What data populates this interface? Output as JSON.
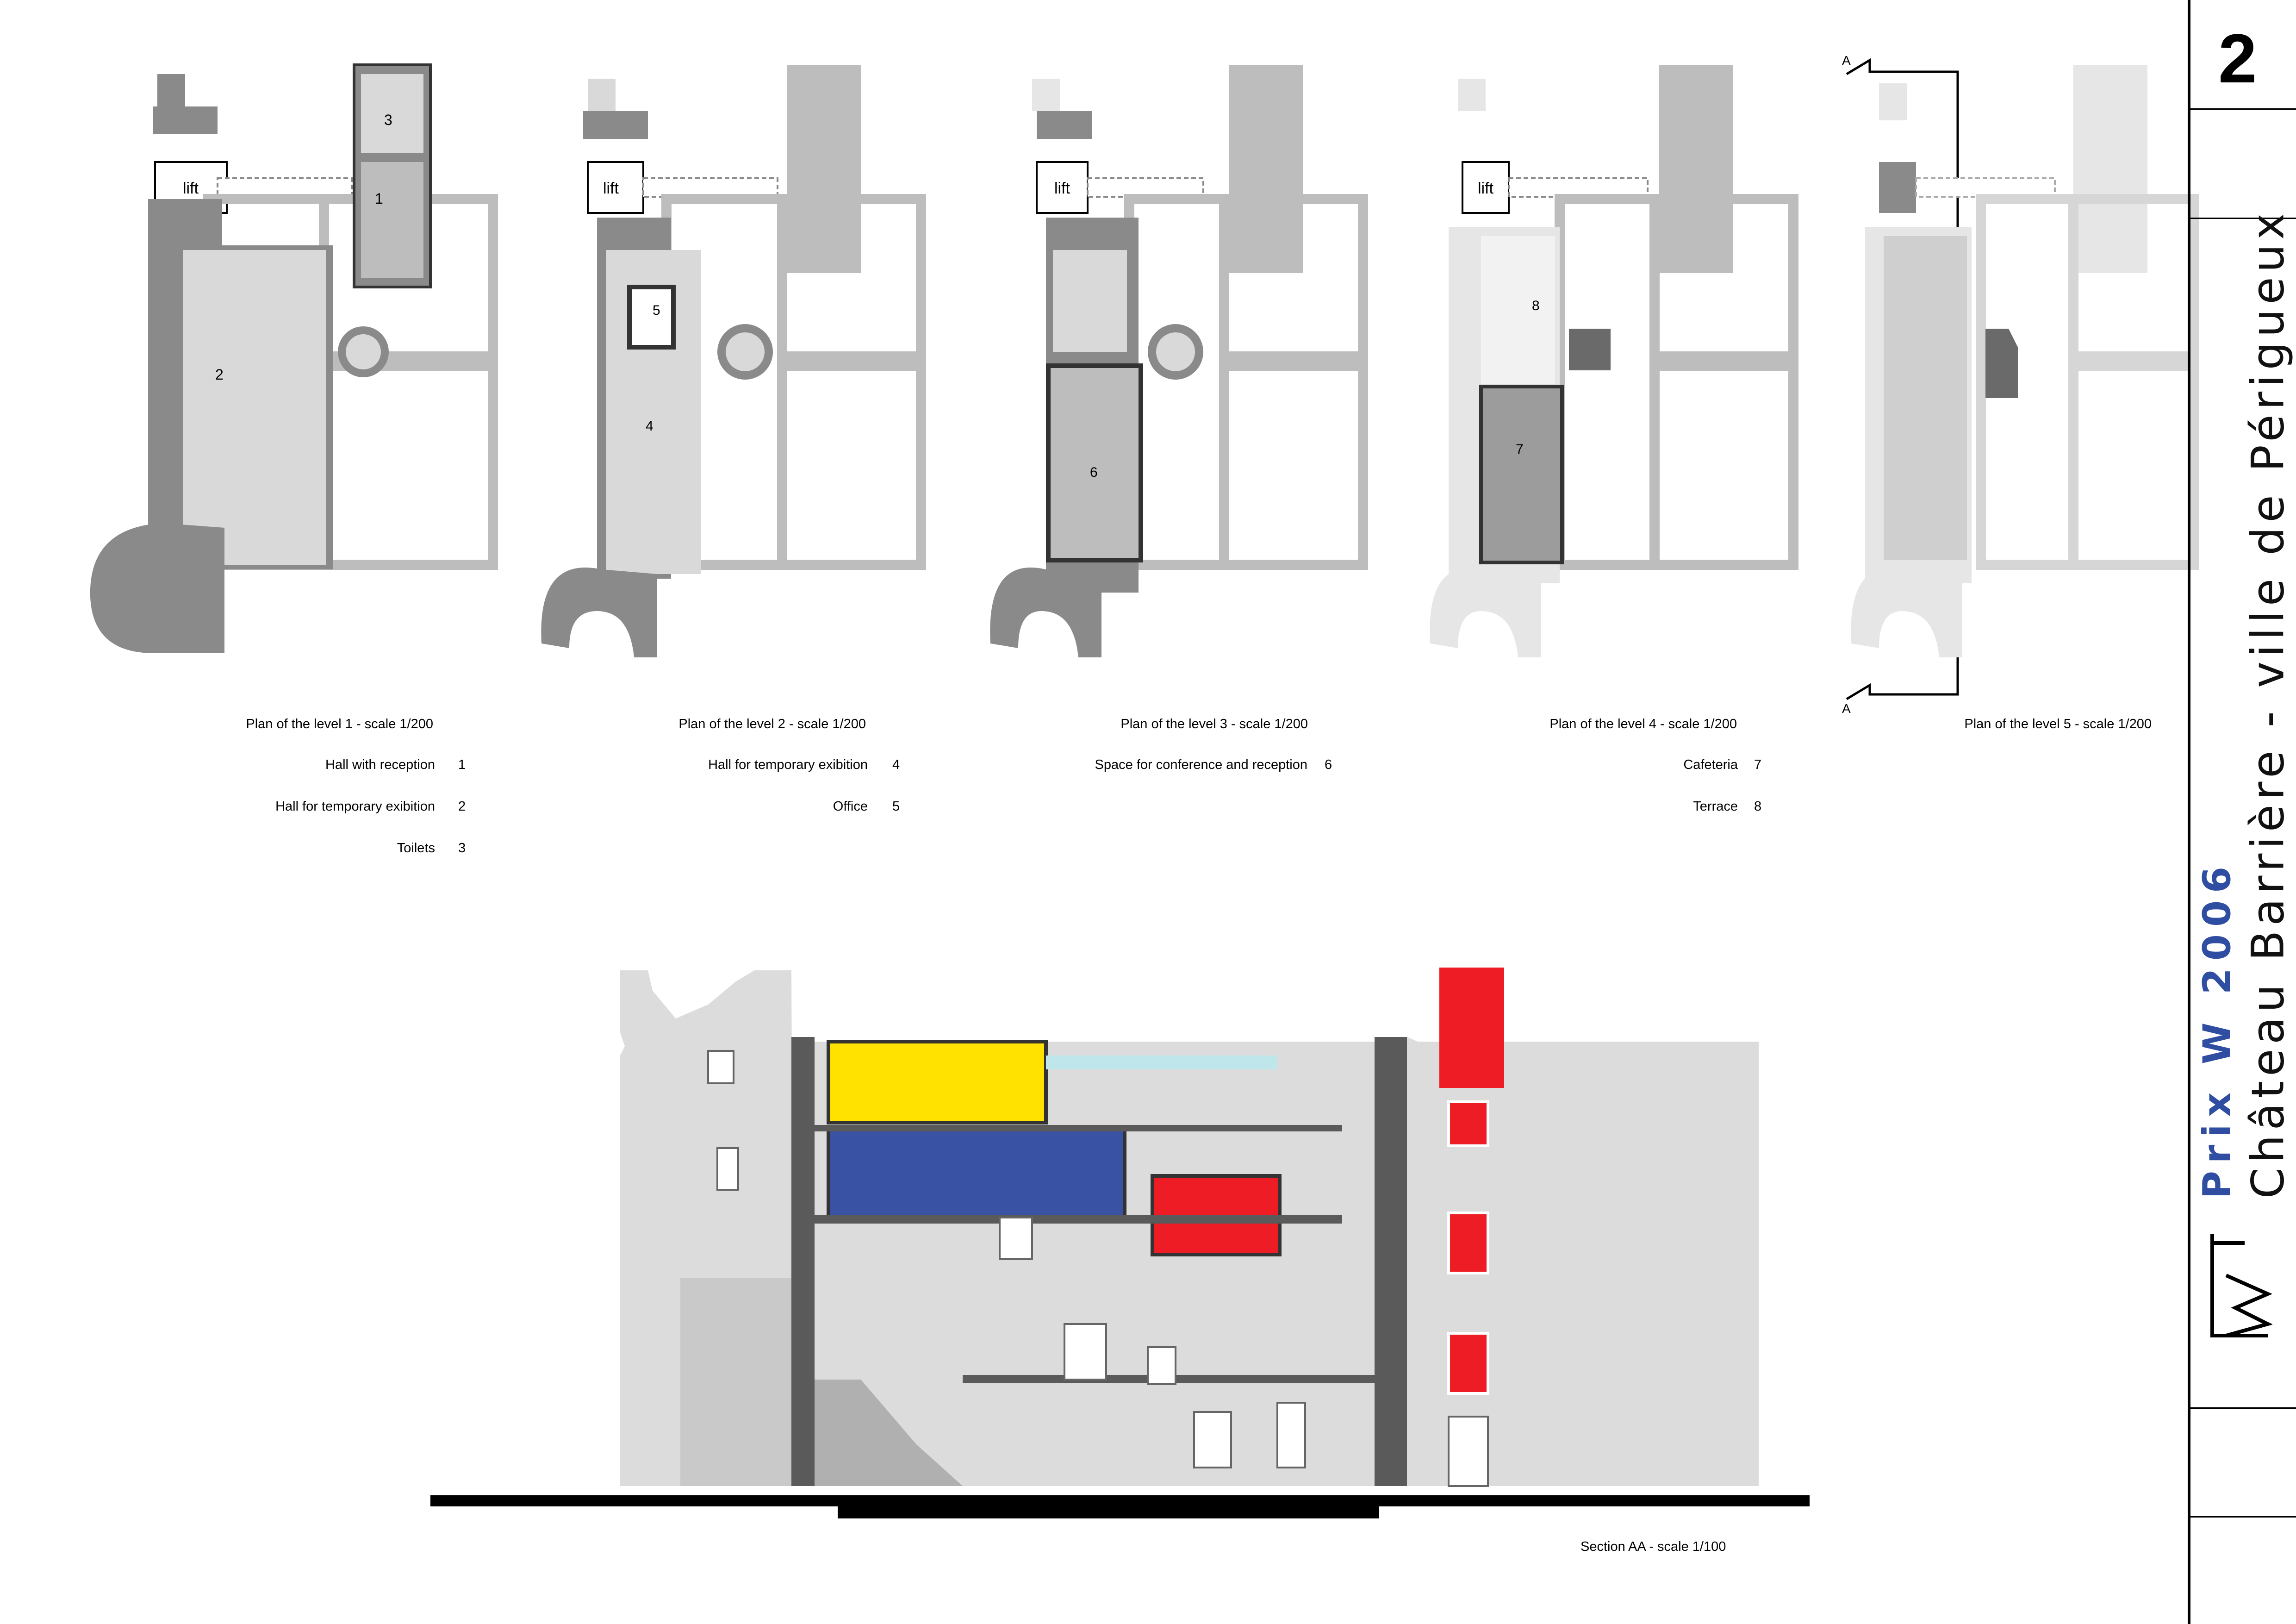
{
  "sheet_number": "2",
  "project": {
    "prize": "Prix W 2006",
    "title": "Château Barrière - ville de Périgueux"
  },
  "lift_label": "lift",
  "section_marker": "A",
  "plans": [
    {
      "caption": "Plan of the level 1 - scale 1/200",
      "legend": [
        {
          "label": "Hall with reception",
          "num": "1"
        },
        {
          "label": "Hall for temporary exibition",
          "num": "2"
        },
        {
          "label": "Toilets",
          "num": "3"
        }
      ]
    },
    {
      "caption": "Plan of the level 2 - scale 1/200",
      "legend": [
        {
          "label": "Hall for temporary exibition",
          "num": "4"
        },
        {
          "label": "Office",
          "num": "5"
        }
      ]
    },
    {
      "caption": "Plan of the level 3 - scale 1/200",
      "legend": [
        {
          "label": "Space for conference and reception",
          "num": "6"
        }
      ]
    },
    {
      "caption": "Plan of the level 4 - scale 1/200",
      "legend": [
        {
          "label": "Cafeteria",
          "num": "7"
        },
        {
          "label": "Terrace",
          "num": "8"
        }
      ]
    },
    {
      "caption": "Plan of the level 5 - scale 1/200",
      "legend": []
    }
  ],
  "section_caption": "Section AA - scale 1/100",
  "colors": {
    "wall": "#8a8a8a",
    "wall_dark": "#5a5a5a",
    "room": "#d9d9d9",
    "faded": "#e6e6e6",
    "yellow": "#ffe200",
    "blue": "#3a52a3",
    "red": "#ee1c25",
    "brand": "#2f4ea1"
  }
}
